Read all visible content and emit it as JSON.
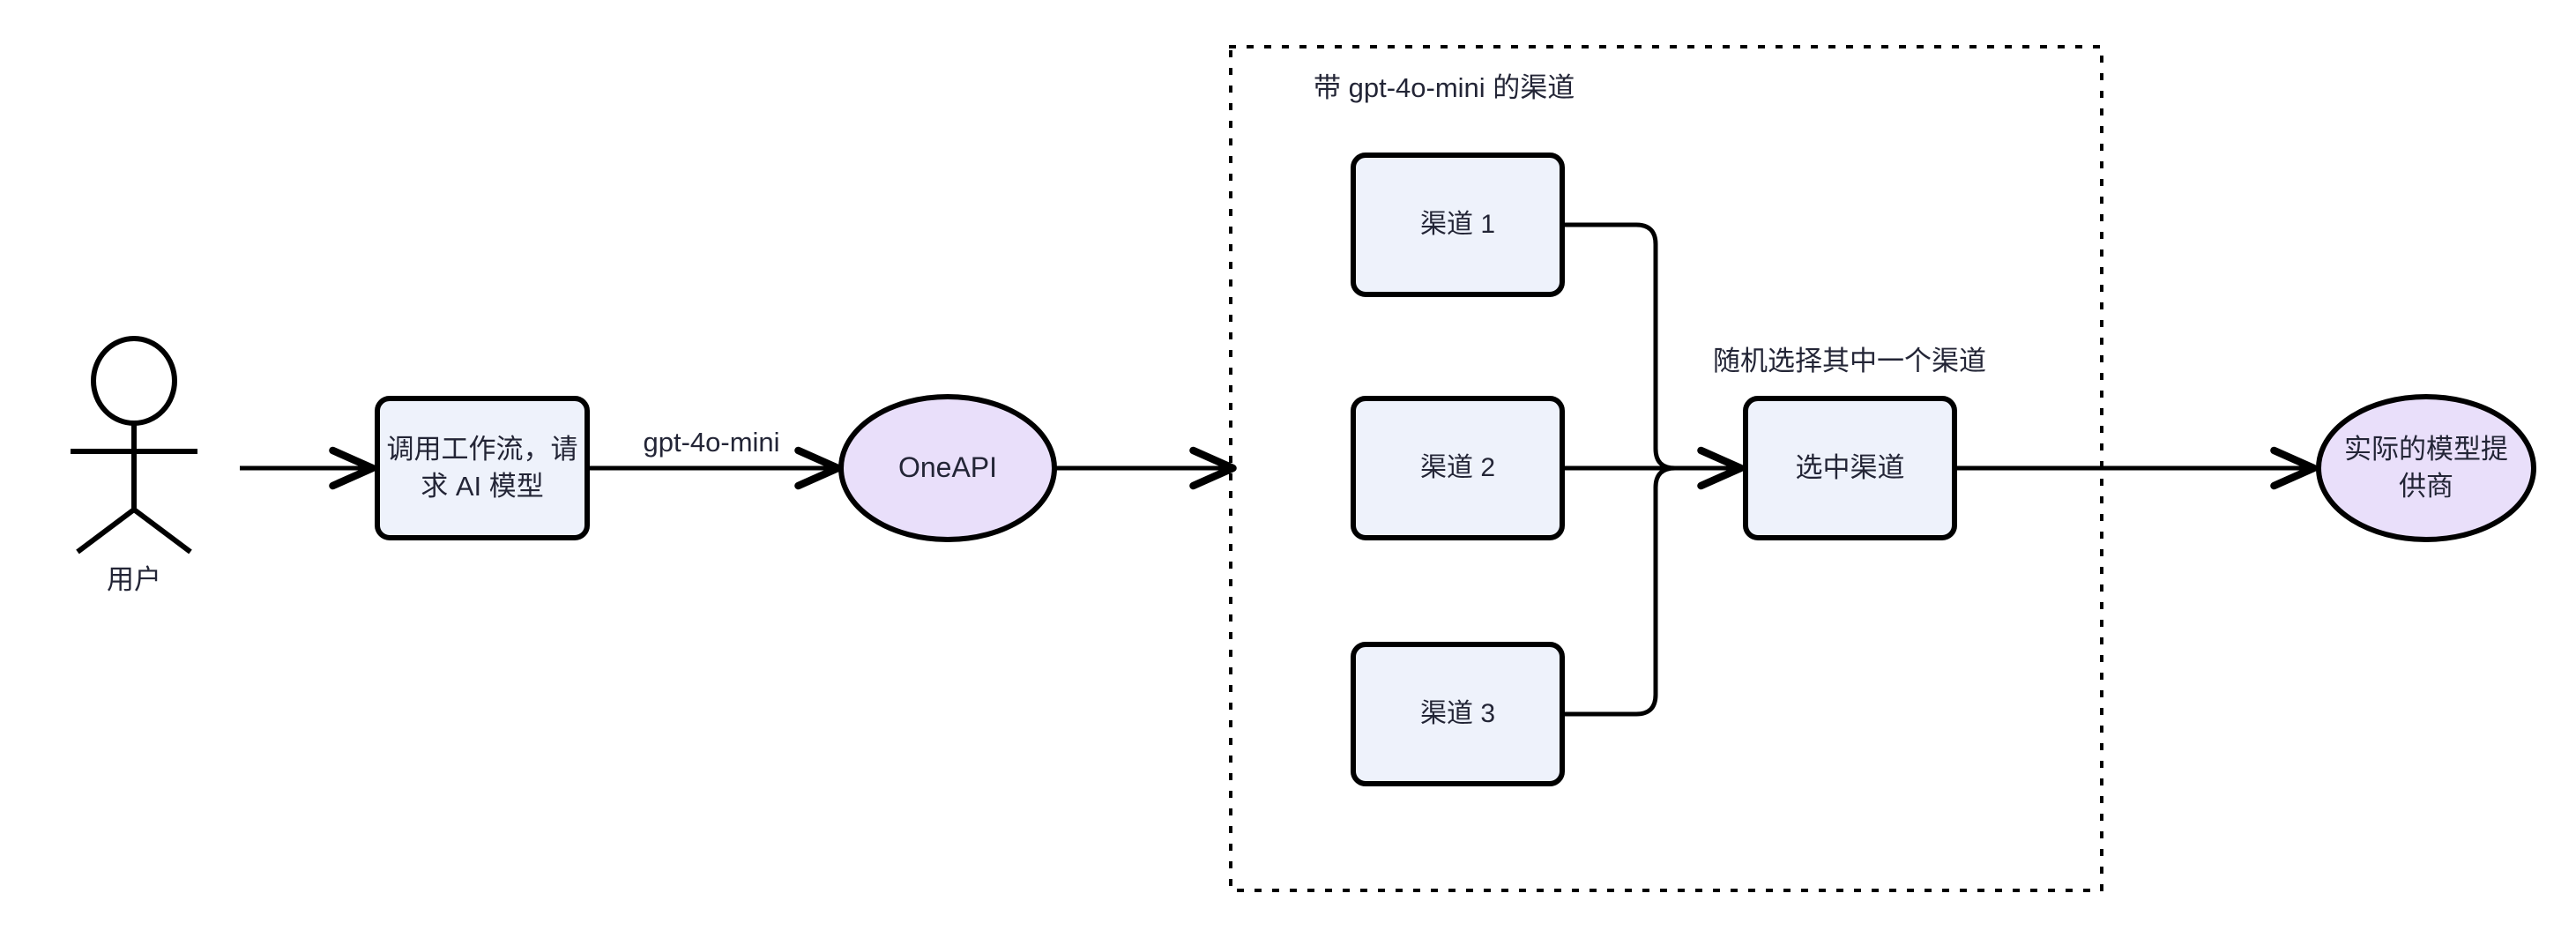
{
  "diagram": {
    "title_text": "",
    "colors": {
      "box_fill": "#eef2fb",
      "box_stroke": "#000000",
      "ellipse_fill": "#e9dffa",
      "ellipse_stroke": "#000000",
      "text": "#232536",
      "edge": "#000000",
      "group_border": "#000000",
      "background": "#ffffff"
    },
    "actor": {
      "label": "用户",
      "shape": "stick-figure"
    },
    "nodes": [
      {
        "id": "workflow-call",
        "label": "调用工作流，请\n求 AI 模型",
        "shape": "rounded-rect"
      },
      {
        "id": "oneapi",
        "label": "OneAPI",
        "shape": "ellipse"
      },
      {
        "id": "channel-1",
        "label": "渠道 1",
        "shape": "rounded-rect"
      },
      {
        "id": "channel-2",
        "label": "渠道 2",
        "shape": "rounded-rect"
      },
      {
        "id": "channel-3",
        "label": "渠道 3",
        "shape": "rounded-rect"
      },
      {
        "id": "selected-channel",
        "label": "选中渠道",
        "shape": "rounded-rect"
      },
      {
        "id": "real-provider",
        "label": "实际的模型提\n供商",
        "shape": "ellipse"
      }
    ],
    "group": {
      "id": "gpt4omini-channels-group",
      "label": "带 gpt-4o-mini 的渠道",
      "border_style": "dotted"
    },
    "edge_labels": {
      "model_name": "gpt-4o-mini",
      "random_pick": "随机选择其中一个渠道"
    }
  }
}
